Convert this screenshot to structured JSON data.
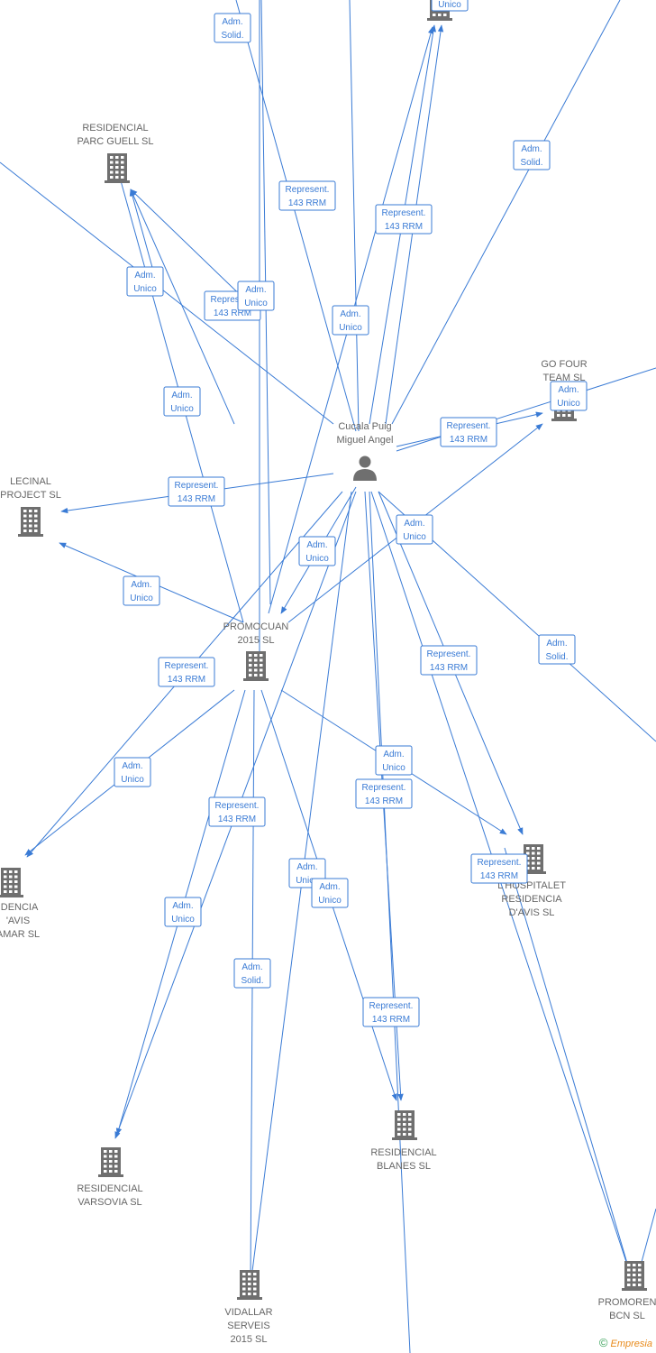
{
  "nodes": [
    {
      "id": "cucala",
      "type": "person",
      "label": [
        "Cucala Puig",
        "Miguel Angel"
      ]
    },
    {
      "id": "parcguell",
      "type": "company",
      "label": [
        "RESIDENCIAL",
        "PARC GUELL SL"
      ]
    },
    {
      "id": "gofour",
      "type": "company",
      "label": [
        "GO FOUR",
        "TEAM SL"
      ]
    },
    {
      "id": "lecinal",
      "type": "company",
      "label": [
        "LECINAL",
        "PROJECT SL"
      ]
    },
    {
      "id": "promocuan",
      "type": "company",
      "label": [
        "PROMOCUAN",
        "2015 SL"
      ]
    },
    {
      "id": "davismar",
      "type": "company",
      "label": [
        "IDENCIA",
        "'AVIS",
        "AMAR SL"
      ]
    },
    {
      "id": "hospitalet",
      "type": "company",
      "label": [
        "L'HOSPITALET",
        "RESIDENCIA",
        "D'AVIS SL"
      ]
    },
    {
      "id": "varsovia",
      "type": "company",
      "label": [
        "RESIDENCIAL",
        "VARSOVIA SL"
      ]
    },
    {
      "id": "blanes",
      "type": "company",
      "label": [
        "RESIDENCIAL",
        "BLANES SL"
      ]
    },
    {
      "id": "vidallar",
      "type": "company",
      "label": [
        "VIDALLAR",
        "SERVEIS",
        "2015 SL"
      ]
    },
    {
      "id": "promoren",
      "type": "company",
      "label": [
        "PROMOREN",
        "BCN SL"
      ]
    },
    {
      "id": "topco",
      "type": "company",
      "label": []
    }
  ],
  "edge_labels": [
    {
      "id": "e1",
      "lines": [
        "Adm.",
        "Solid."
      ]
    },
    {
      "id": "e2",
      "lines": [
        "Unico"
      ]
    },
    {
      "id": "e3",
      "lines": [
        "Adm.",
        "Solid."
      ]
    },
    {
      "id": "e4",
      "lines": [
        "Represent.",
        "143 RRM"
      ]
    },
    {
      "id": "e5",
      "lines": [
        "Represent.",
        "143 RRM"
      ]
    },
    {
      "id": "e6",
      "lines": [
        "Adm.",
        "Unico"
      ]
    },
    {
      "id": "e7",
      "lines": [
        "Represent.",
        "143 RRM"
      ]
    },
    {
      "id": "e8",
      "lines": [
        "Adm.",
        "Unico"
      ]
    },
    {
      "id": "e9",
      "lines": [
        "Adm.",
        "Unico"
      ]
    },
    {
      "id": "e10",
      "lines": [
        "Adm.",
        "Unico"
      ]
    },
    {
      "id": "e11",
      "lines": [
        "Adm.",
        "Unico"
      ]
    },
    {
      "id": "e12",
      "lines": [
        "Represent.",
        "143 RRM"
      ]
    },
    {
      "id": "e13",
      "lines": [
        "Represent.",
        "143 RRM"
      ]
    },
    {
      "id": "e14",
      "lines": [
        "Adm.",
        "Unico"
      ]
    },
    {
      "id": "e15",
      "lines": [
        "Adm.",
        "Unico"
      ]
    },
    {
      "id": "e16",
      "lines": [
        "Adm.",
        "Unico"
      ]
    },
    {
      "id": "e17",
      "lines": [
        "Adm.",
        "Solid."
      ]
    },
    {
      "id": "e18",
      "lines": [
        "Represent.",
        "143 RRM"
      ]
    },
    {
      "id": "e19",
      "lines": [
        "Represent.",
        "143 RRM"
      ]
    },
    {
      "id": "e20",
      "lines": [
        "Adm.",
        "Unico"
      ]
    },
    {
      "id": "e21",
      "lines": [
        "Adm.",
        "Unico"
      ]
    },
    {
      "id": "e22",
      "lines": [
        "Represent.",
        "143 RRM"
      ]
    },
    {
      "id": "e23",
      "lines": [
        "Represent.",
        "143 RRM"
      ]
    },
    {
      "id": "e24",
      "lines": [
        "Represent.",
        "143 RRM"
      ]
    },
    {
      "id": "e25",
      "lines": [
        "Adm.",
        "Unico"
      ]
    },
    {
      "id": "e26",
      "lines": [
        "Adm.",
        "Unico"
      ]
    },
    {
      "id": "e27",
      "lines": [
        "Adm.",
        "Unico"
      ]
    },
    {
      "id": "e28",
      "lines": [
        "Adm.",
        "Solid."
      ]
    },
    {
      "id": "e29",
      "lines": [
        "Represent.",
        "143 RRM"
      ]
    }
  ],
  "footer": {
    "copyright": "©",
    "brand": "Empresia"
  },
  "colors": {
    "edge": "#3a7bd5",
    "icon": "#6f6f6f",
    "label": "#666666"
  }
}
